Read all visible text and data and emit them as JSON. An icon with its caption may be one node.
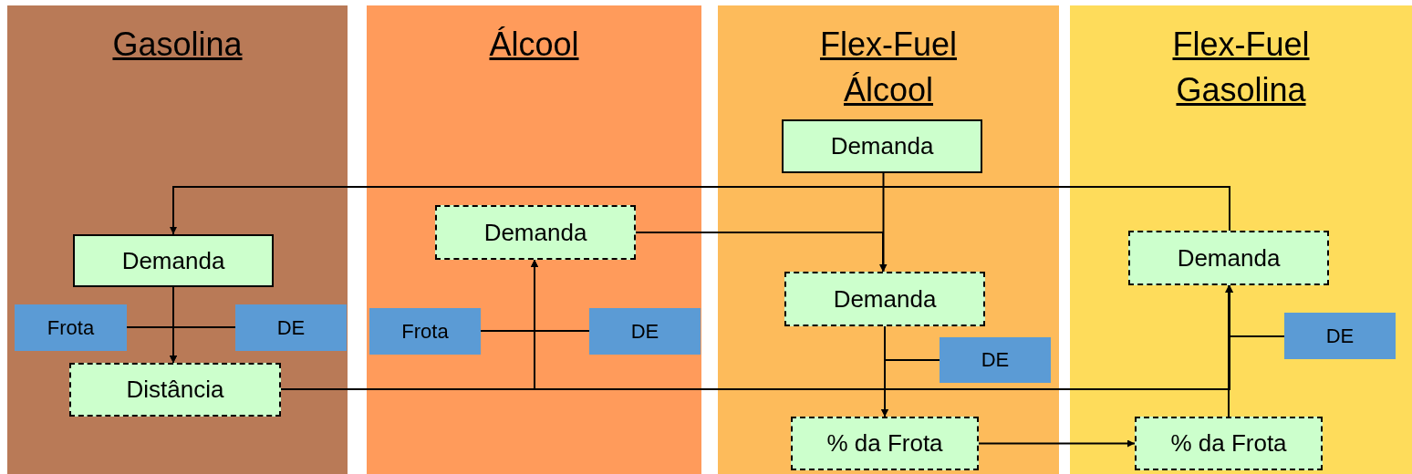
{
  "diagram": {
    "nodes": [
      {
        "text": [
          "Gasolina"
        ]
      },
      {
        "text": [
          "Demanda"
        ],
        "in": 0
      },
      {
        "text": [
          "Frota"
        ],
        "in": 0
      },
      {
        "text": [
          "DE"
        ],
        "in": 0
      },
      {
        "text": [
          "Distância"
        ],
        "in": 0
      },
      {
        "text": [
          "Álcool"
        ]
      },
      {
        "text": [
          "Demanda"
        ],
        "in": 5
      },
      {
        "text": [
          "Frota"
        ],
        "in": 5
      },
      {
        "text": [
          "DE"
        ],
        "in": 5
      },
      {
        "text": [
          "Flex-Fuel Álcool"
        ]
      },
      {
        "text": [
          "Demanda"
        ],
        "in": 9
      },
      {
        "text": [
          "Demanda"
        ],
        "in": 9
      },
      {
        "text": [
          "DE"
        ],
        "in": 9
      },
      {
        "text": [
          "% da Frota"
        ],
        "in": 9
      },
      {
        "text": [
          "Flex-Fuel Gasolina"
        ]
      },
      {
        "text": [
          "Demanda"
        ],
        "in": 14
      },
      {
        "text": [
          "DE"
        ],
        "in": 14
      },
      {
        "text": [
          "% da Frota"
        ],
        "in": 14
      }
    ],
    "edges": [
      {
        "from": 1,
        "to": 4,
        "arrow": "to"
      },
      {
        "from": 2,
        "to": 4,
        "arrow": "to"
      },
      {
        "from": 3,
        "to": 4,
        "arrow": "to"
      },
      {
        "from": 15,
        "to": 1,
        "arrow": "to"
      },
      {
        "from": 4,
        "to": 6,
        "arrow": "to"
      },
      {
        "from": 7,
        "to": 6,
        "arrow": "to"
      },
      {
        "from": 8,
        "to": 6,
        "arrow": "to"
      },
      {
        "from": 10,
        "to": 11,
        "arrow": "to"
      },
      {
        "from": 6,
        "to": 11,
        "arrow": "to"
      },
      {
        "from": 11,
        "to": 13,
        "arrow": "to"
      },
      {
        "from": 12,
        "to": 13,
        "arrow": "to"
      },
      {
        "from": 13,
        "to": 17,
        "arrow": "to"
      },
      {
        "from": 17,
        "to": 15,
        "arrow": "to"
      },
      {
        "from": 16,
        "to": 15,
        "arrow": "to"
      },
      {
        "from": 4,
        "to": 15,
        "arrow": "to"
      }
    ]
  }
}
